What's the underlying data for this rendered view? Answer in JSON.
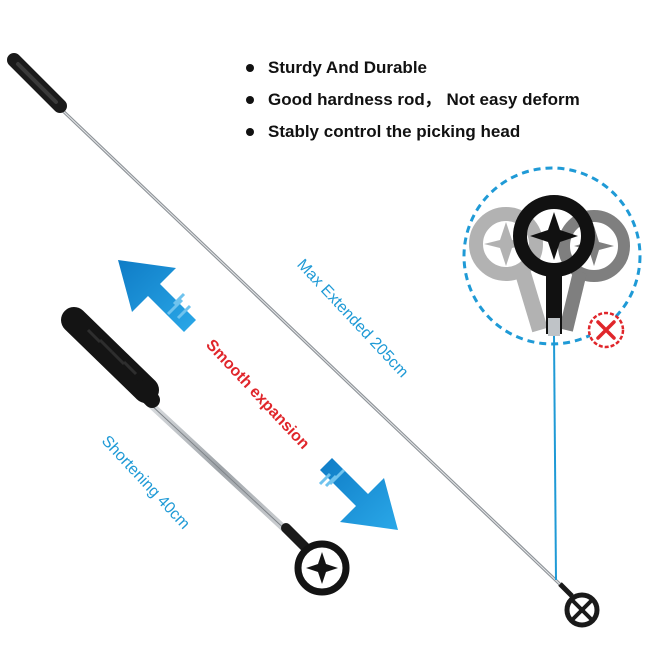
{
  "features": [
    {
      "text": "Sturdy And Durable"
    },
    {
      "text": "Good hardness rod， Not easy deform"
    },
    {
      "text": "Stably control the picking head"
    }
  ],
  "labels": {
    "max_extended": "Max Extended 205cm",
    "smooth_expansion": "Smooth expansion",
    "shortening": "Shortening 40cm"
  },
  "icons": {
    "arrow_up_left": "up-left-arrow-icon",
    "arrow_down_right": "down-right-arrow-icon",
    "prohibited": "prohibited-icon"
  },
  "colors": {
    "accent_blue": "#1f9ad6",
    "accent_red": "#e0262b",
    "rod_black": "#1a1a1a",
    "rod_silver": "#b8bcc0"
  }
}
